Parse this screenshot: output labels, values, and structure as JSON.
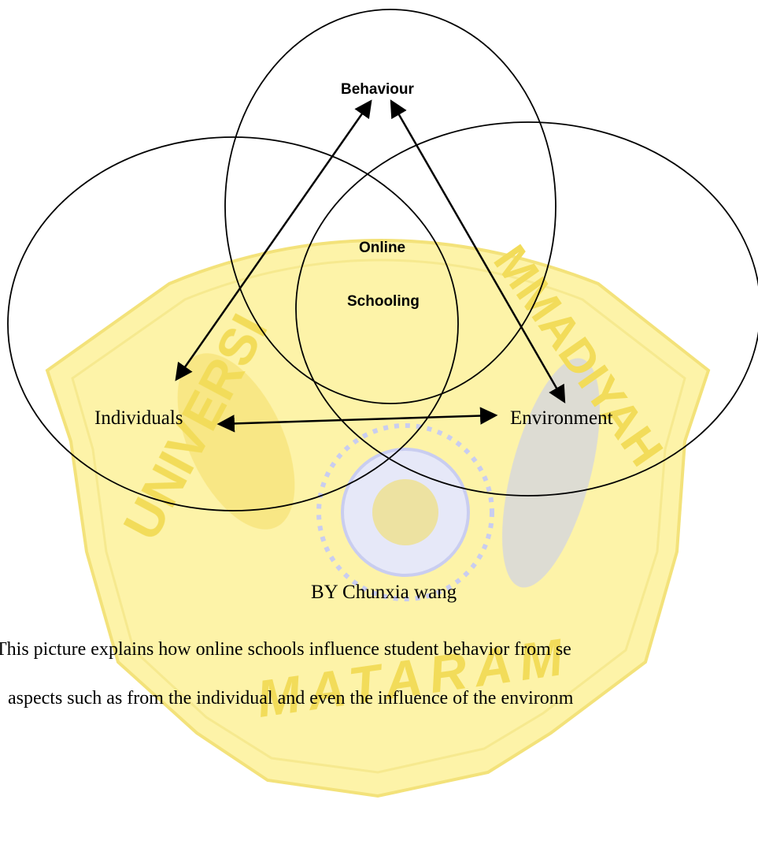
{
  "diagram": {
    "nodes": {
      "behaviour": "Behaviour",
      "center_line1": "Online",
      "center_line2": "Schooling",
      "individuals": "Individuals",
      "environment": "Environment"
    },
    "edges": [
      {
        "from": "individuals",
        "to": "behaviour",
        "arrows": "both"
      },
      {
        "from": "behaviour",
        "to": "environment",
        "arrows": "both"
      },
      {
        "from": "individuals",
        "to": "environment",
        "arrows": "both"
      }
    ],
    "stroke_color": "#000000"
  },
  "caption": {
    "author": "BY Chunxia wang",
    "line1": "This picture explains how online schools influence student behavior from se",
    "line2": "aspects such as from the individual and even the influence of the environm"
  },
  "watermark": {
    "text_top_left": "UNIVERSI",
    "text_top_right": "MMADIYAH",
    "text_bottom": "MATARAM",
    "fill_color": "#fdf3a8",
    "text_color": "#f2dc5a",
    "emblem_color": "#c9cdf0"
  }
}
